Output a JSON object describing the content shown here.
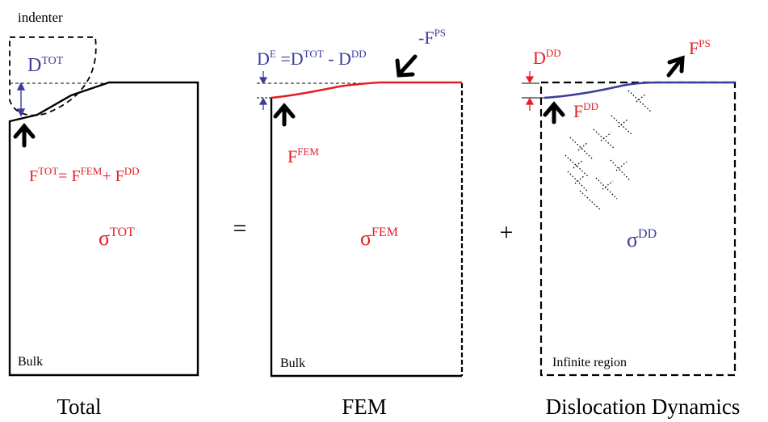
{
  "panels": {
    "total": {
      "caption": "Total",
      "indenter_label": "indenter",
      "bulk_label": "Bulk",
      "d_main": "D",
      "d_sup": "TOT",
      "force_eq": {
        "f1": "F",
        "f1_sup": "TOT",
        "eq": "= ",
        "f2": "F",
        "f2_sup": "FEM",
        "plus": "+ ",
        "f3": "F",
        "f3_sup": "DD"
      },
      "sigma": "σ",
      "sigma_sup": "TOT"
    },
    "fem": {
      "caption": "FEM",
      "bulk_label": "Bulk",
      "de_eq": {
        "d1": "D",
        "d1_sup": "E",
        "eq": " =",
        "d2": "D",
        "d2_sup": "TOT",
        "minus": " - ",
        "d3": "D",
        "d3_sup": "DD"
      },
      "fps_prefix": "-F",
      "fps_sup": "PS",
      "ffem": "F",
      "ffem_sup": "FEM",
      "sigma": "σ",
      "sigma_sup": "FEM"
    },
    "dd": {
      "caption": "Dislocation Dynamics",
      "region_label": "Infinite region",
      "ddd": "D",
      "ddd_sup": "DD",
      "fps": "F",
      "fps_sup": "PS",
      "fdd": "F",
      "fdd_sup": "DD",
      "sigma": "σ",
      "sigma_sup": "DD"
    }
  },
  "operators": {
    "equals": "=",
    "plus": "+"
  },
  "colors": {
    "black": "#000000",
    "red": "#e31e24",
    "blue": "#3c3c9c"
  }
}
